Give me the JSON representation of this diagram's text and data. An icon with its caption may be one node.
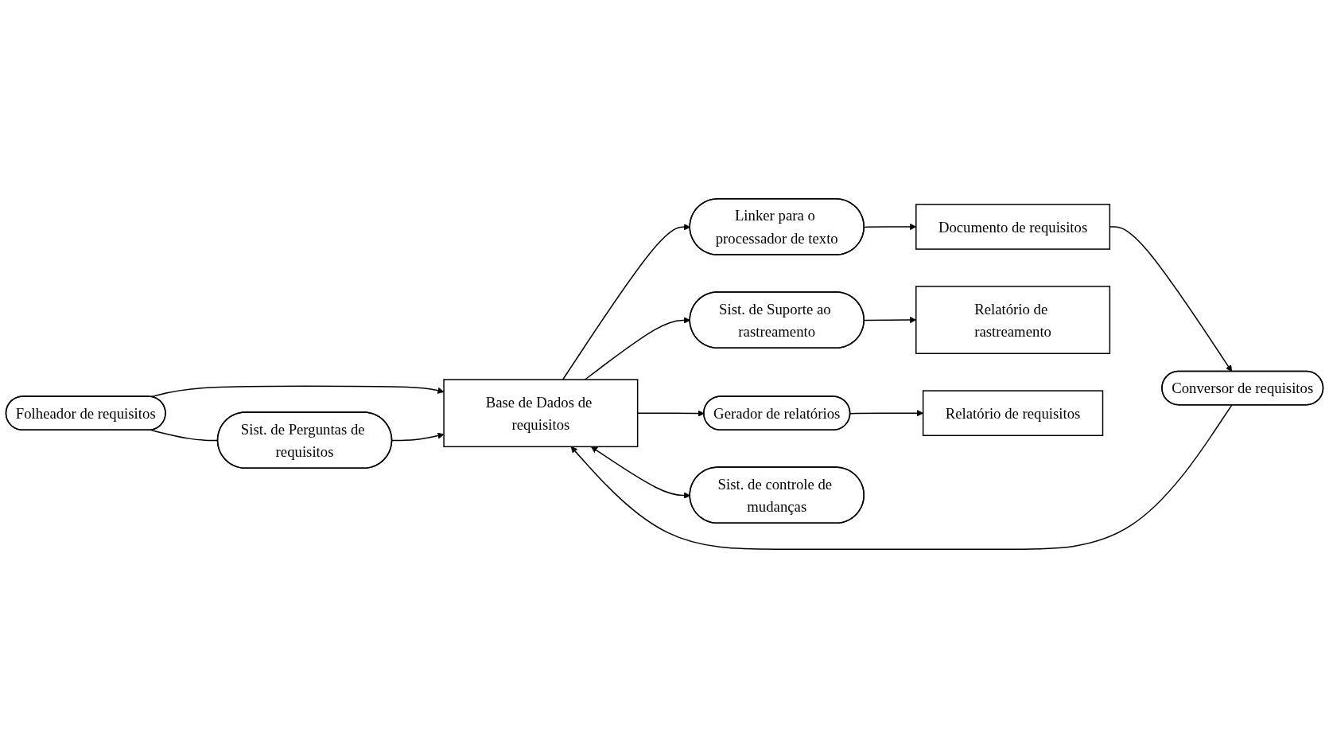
{
  "diagram": {
    "nodes": [
      {
        "text": [
          "Folheador de requisitos"
        ]
      },
      {
        "text": [
          "Sist. de Perguntas de requisitos"
        ]
      },
      {
        "text": [
          "Documento de requisitos"
        ]
      },
      {
        "text": [
          "Conversor de requisitos"
        ]
      },
      {
        "text": [
          "Base de Dados de requisitos"
        ]
      },
      {
        "text": [
          "Sist. de Suporte ao rastreamento"
        ]
      },
      {
        "text": [
          "Linker para o processador de texto"
        ]
      },
      {
        "text": [
          "Gerador de relatórios"
        ]
      },
      {
        "text": [
          "Relatório de rastreamento"
        ]
      },
      {
        "text": [
          "Sist. de controle de mudanças"
        ]
      },
      {
        "text": [
          "Relatório de requisitos"
        ]
      }
    ],
    "edges": [
      {
        "from": 0,
        "to": 1,
        "arrow": "none"
      },
      {
        "from": 0,
        "to": 4,
        "arrow": "to"
      },
      {
        "from": 1,
        "to": 4,
        "arrow": "to"
      },
      {
        "from": 2,
        "to": 3,
        "arrow": "to"
      },
      {
        "from": 3,
        "to": 4,
        "arrow": "to"
      },
      {
        "from": 4,
        "to": 5,
        "arrow": "to"
      },
      {
        "from": 5,
        "to": 8,
        "arrow": "to"
      },
      {
        "from": 4,
        "to": 6,
        "arrow": "to"
      },
      {
        "from": 6,
        "to": 2,
        "arrow": "to"
      },
      {
        "from": 4,
        "to": 9,
        "arrow": "both"
      },
      {
        "from": 4,
        "to": 7,
        "arrow": "to"
      },
      {
        "from": 7,
        "to": 10,
        "arrow": "to"
      }
    ]
  }
}
